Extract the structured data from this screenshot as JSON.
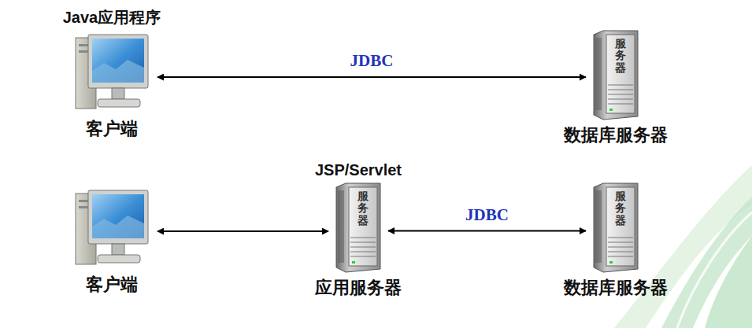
{
  "diagram": {
    "nodes": [
      {
        "text": [
          "Java应用程序",
          "客户端"
        ]
      },
      {
        "text": [
          "服务器",
          "数据库服务器"
        ]
      },
      {
        "text": [
          "客户端"
        ]
      },
      {
        "text": [
          "JSP/Servlet",
          "服务器",
          "应用服务器"
        ]
      },
      {
        "text": [
          "服务器",
          "数据库服务器"
        ]
      }
    ],
    "edges": [
      {
        "from": 0,
        "to": 1,
        "arrow": "both",
        "label": "JDBC"
      },
      {
        "from": 2,
        "to": 3,
        "arrow": "both"
      },
      {
        "from": 3,
        "to": 4,
        "arrow": "both",
        "label": "JDBC"
      }
    ]
  }
}
